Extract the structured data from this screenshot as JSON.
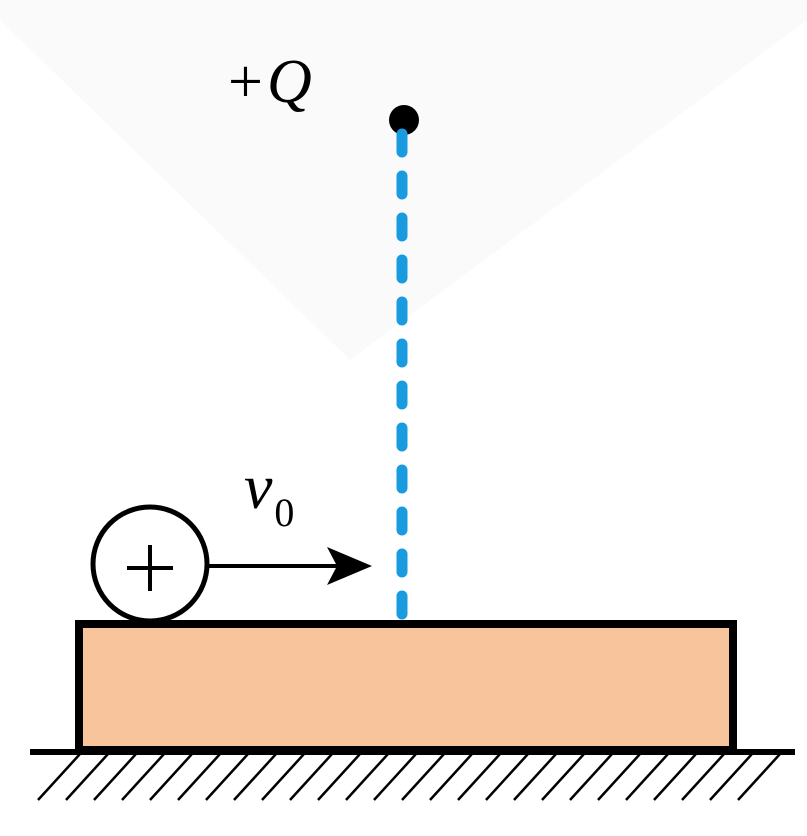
{
  "labels": {
    "charge_sign": "+",
    "charge_symbol": "Q",
    "velocity_symbol": "v",
    "velocity_subscript": "0",
    "ball_sign": "+"
  },
  "colors": {
    "block_fill": "#f7c49b",
    "dashed_line": "#1a9be0",
    "outline": "#000000",
    "background": "#ffffff"
  },
  "icons": {
    "point_charge": "filled-dot",
    "ball": "circle-with-plus",
    "velocity": "right-arrow",
    "ground": "hatched-line"
  }
}
